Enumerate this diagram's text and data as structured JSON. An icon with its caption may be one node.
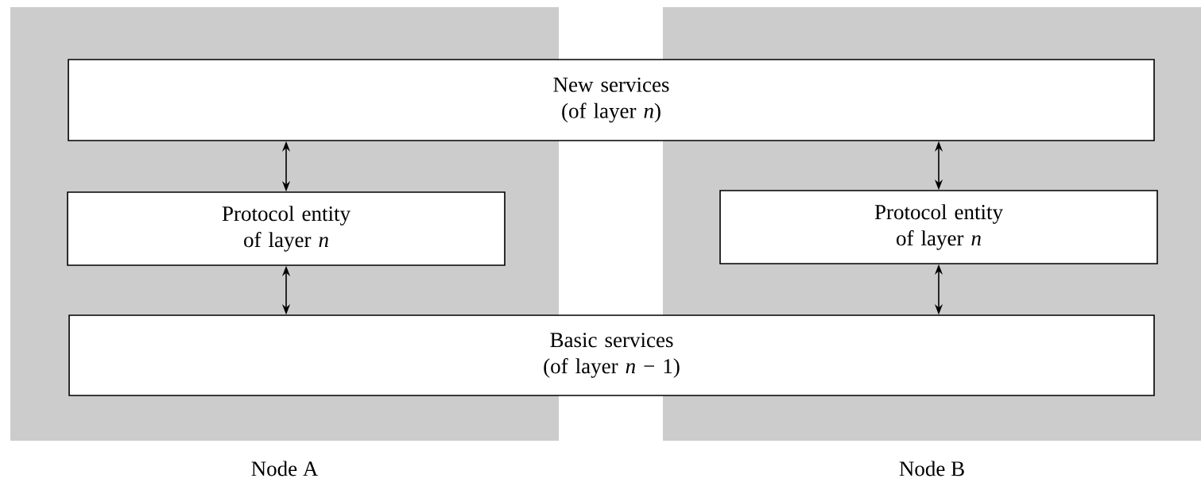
{
  "diagram": {
    "nodes": [
      {
        "text": [
          "Node A"
        ]
      },
      {
        "text": [
          "Node B"
        ]
      },
      {
        "text": [
          "New services (of layer *n*)"
        ]
      },
      {
        "text": [
          "Protocol entity of layer *n*"
        ],
        "in": 0
      },
      {
        "text": [
          "Protocol entity of layer *n*"
        ],
        "in": 1
      },
      {
        "text": [
          "Basic services (of layer *n* − 1)"
        ]
      }
    ],
    "edges": [
      {
        "from": 2,
        "to": 3,
        "arrow": "both"
      },
      {
        "from": 3,
        "to": 5,
        "arrow": "both"
      },
      {
        "from": 2,
        "to": 4,
        "arrow": "both"
      },
      {
        "from": 4,
        "to": 5,
        "arrow": "both"
      }
    ]
  }
}
